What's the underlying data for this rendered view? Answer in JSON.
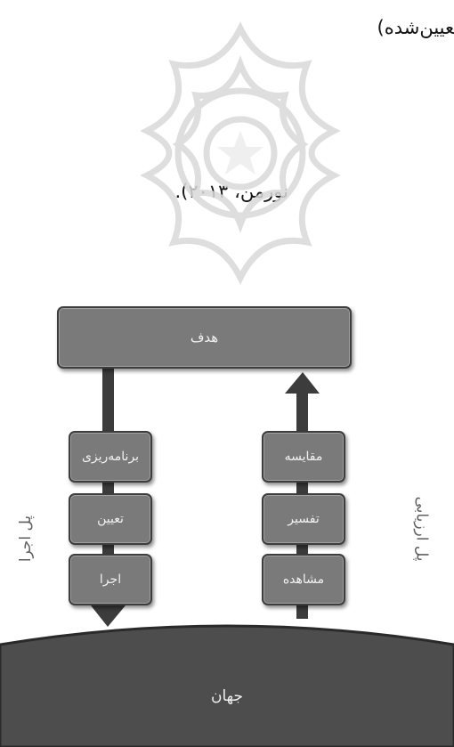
{
  "text_lines": [
    "تعیین‌شده)",
    "نورمن، ۲۰۱۳)."
  ],
  "diagram": {
    "goal": "هدف",
    "execution_steps": [
      "برنامه‌ریزی",
      "تعیین",
      "اجرا"
    ],
    "evaluation_steps": [
      "مقایسه",
      "تفسیر",
      "مشاهده"
    ],
    "gulf_execution_label": "پل اجرا",
    "gulf_evaluation_label": "پل ارزیابی",
    "world": "جهان"
  },
  "colors": {
    "box_fill": "#7a7a7a",
    "box_border": "#3d3d3d",
    "arrow": "#3c3c3c",
    "world": "#4d4d4d",
    "watermark": "#d9d9d9"
  }
}
